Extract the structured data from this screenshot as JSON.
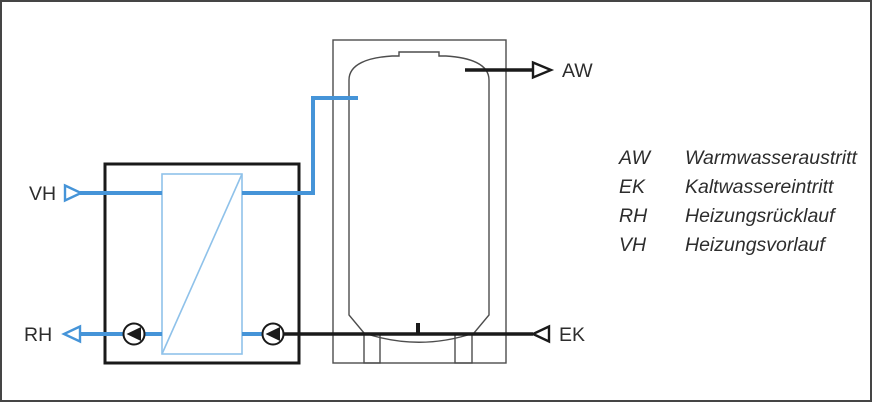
{
  "diagram": {
    "kind": "hydraulic-schematic",
    "description_labels": {
      "vh": "VH",
      "rh": "RH",
      "aw": "AW",
      "ek": "EK"
    }
  },
  "legend": {
    "rows": [
      {
        "term": "AW",
        "description": "Warmwasseraustritt"
      },
      {
        "term": "EK",
        "description": "Kaltwassereintritt"
      },
      {
        "term": "RH",
        "description": "Heizungsrücklauf"
      },
      {
        "term": "VH",
        "description": "Heizungsvorlauf"
      }
    ]
  },
  "symbols": {
    "tank": "storage-tank-symbol",
    "heat_exchanger": "heat-exchanger-symbol",
    "pump": "pump-symbol",
    "flow_arrow": "open-triangle-arrow"
  },
  "colors": {
    "pipe_blue": "#4594d8",
    "exchanger_blue": "#8fc2ea",
    "line_black": "#1a1a1a",
    "tank_outline": "#4d4d4d",
    "text": "#2d2d2d",
    "background": "#ffffff",
    "frame_border": "#454545"
  }
}
